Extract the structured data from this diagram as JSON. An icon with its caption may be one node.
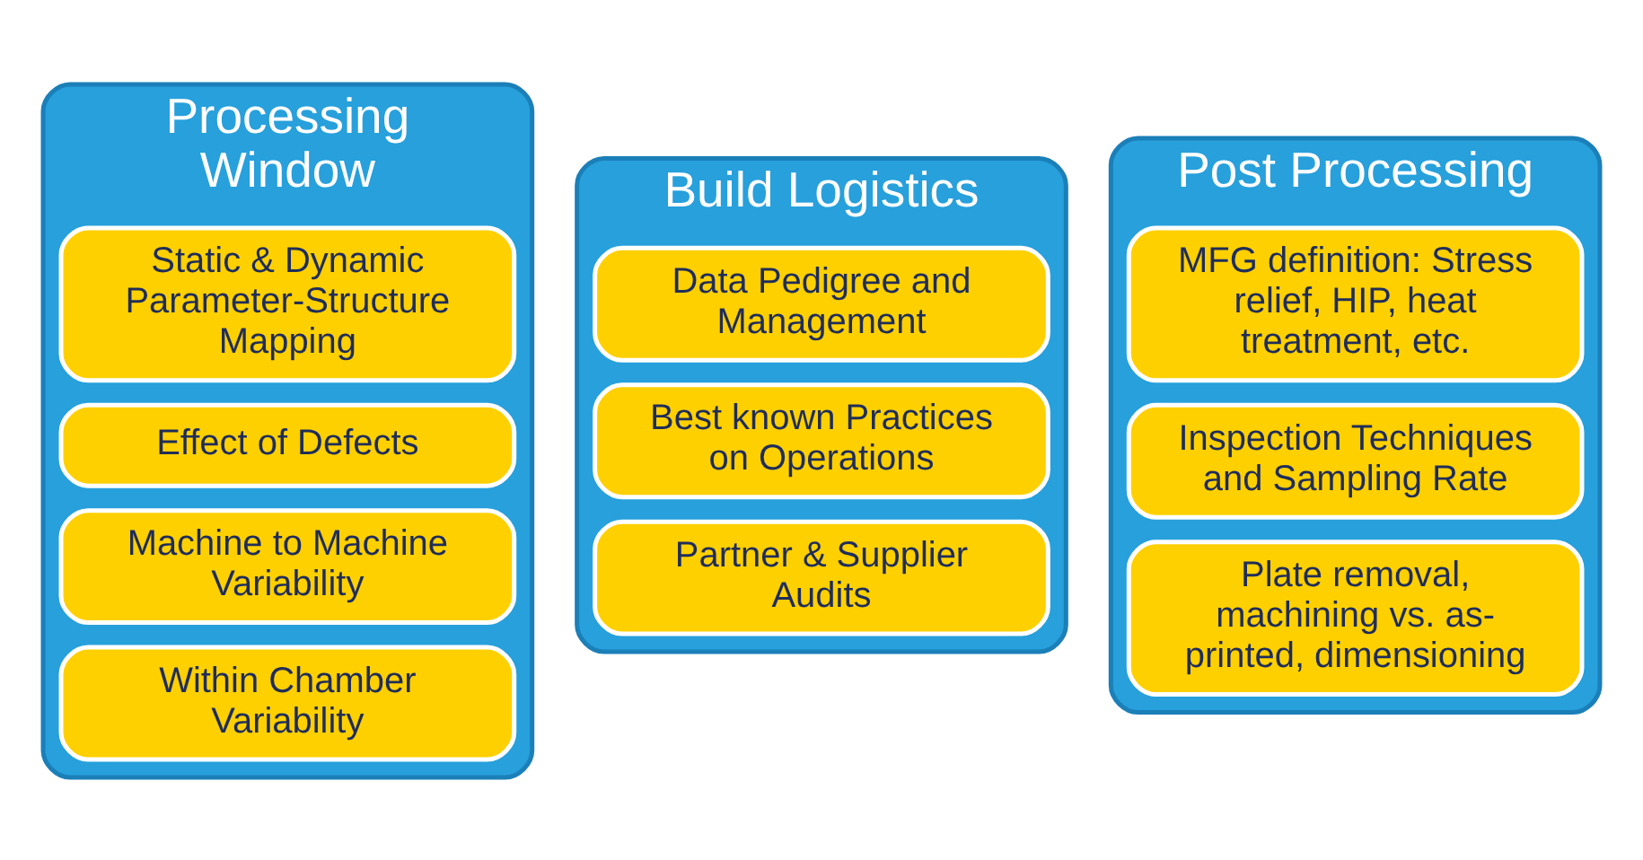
{
  "diagram": {
    "nodes": [
      {
        "text": [
          "Processing Window"
        ]
      },
      {
        "text": [
          "Static & Dynamic Parameter-Structure Mapping"
        ],
        "in": 0
      },
      {
        "text": [
          "Effect of Defects"
        ],
        "in": 0
      },
      {
        "text": [
          "Machine to Machine Variability"
        ],
        "in": 0
      },
      {
        "text": [
          "Within Chamber Variability"
        ],
        "in": 0
      },
      {
        "text": [
          "Build Logistics"
        ]
      },
      {
        "text": [
          "Data Pedigree and Management"
        ],
        "in": 5
      },
      {
        "text": [
          "Best known Practices on Operations"
        ],
        "in": 5
      },
      {
        "text": [
          "Partner & Supplier Audits"
        ],
        "in": 5
      },
      {
        "text": [
          "Post Processing"
        ]
      },
      {
        "text": [
          "MFG definition: Stress relief, HIP, heat treatment, etc."
        ],
        "in": 9
      },
      {
        "text": [
          "Inspection Techniques and Sampling Rate"
        ],
        "in": 9
      },
      {
        "text": [
          "Plate removal, machining vs. as-printed, dimensioning"
        ],
        "in": 9
      }
    ],
    "edges": []
  }
}
